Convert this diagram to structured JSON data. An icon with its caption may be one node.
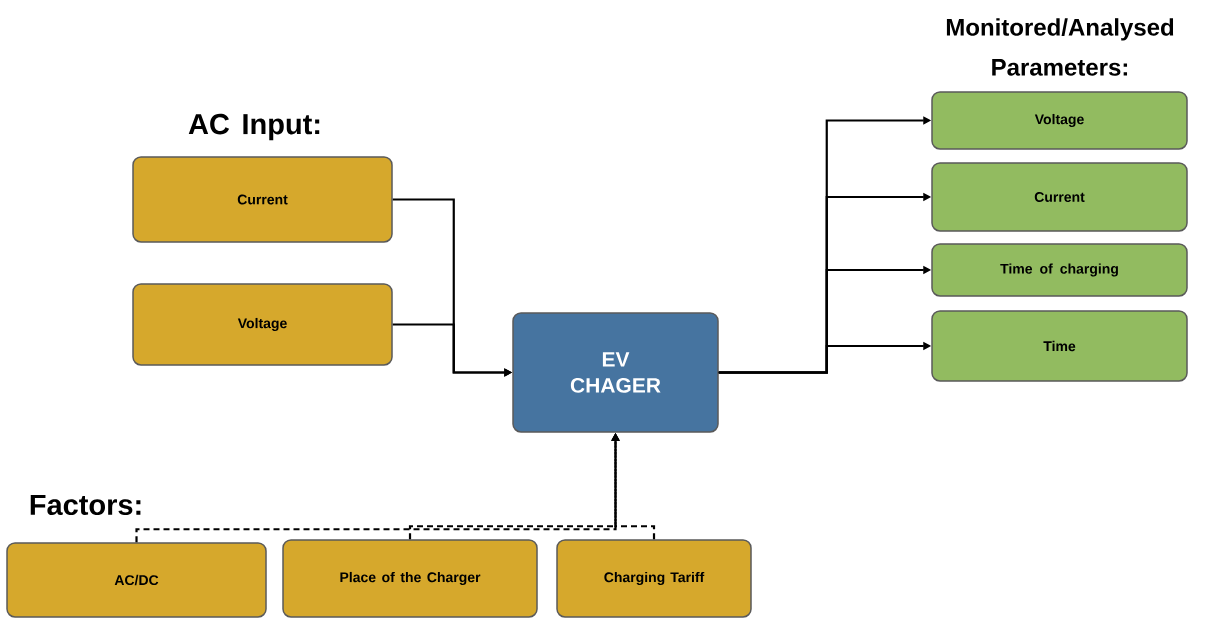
{
  "diagram": {
    "nodes": [
      {
        "text": [
          "Current"
        ]
      },
      {
        "text": [
          "Voltage"
        ]
      },
      {
        "text": [
          "EV CHAGER"
        ]
      },
      {
        "text": [
          "Voltage"
        ]
      },
      {
        "text": [
          "Current"
        ]
      },
      {
        "text": [
          "Time of charging"
        ]
      },
      {
        "text": [
          "Time"
        ]
      },
      {
        "text": [
          "AC/DC"
        ]
      },
      {
        "text": [
          "Place of the Charger"
        ]
      },
      {
        "text": [
          "Charging Tariff"
        ]
      }
    ],
    "edges": [
      {
        "from": 0,
        "to": 2,
        "arrow": "to"
      },
      {
        "from": 1,
        "to": 2,
        "arrow": "to"
      },
      {
        "from": 2,
        "to": 3,
        "arrow": "to"
      },
      {
        "from": 2,
        "to": 4,
        "arrow": "to"
      },
      {
        "from": 2,
        "to": 5,
        "arrow": "to"
      },
      {
        "from": 2,
        "to": 6,
        "arrow": "to"
      },
      {
        "from": 7,
        "to": 2,
        "arrow": "to",
        "style": "dashed"
      },
      {
        "from": 8,
        "to": 2,
        "arrow": "to",
        "style": "dashed"
      },
      {
        "from": 9,
        "to": 2,
        "arrow": "to",
        "style": "dashed"
      }
    ],
    "labels": [
      "AC Input:",
      "Monitored/Analysed Parameters:",
      "Factors:"
    ]
  }
}
